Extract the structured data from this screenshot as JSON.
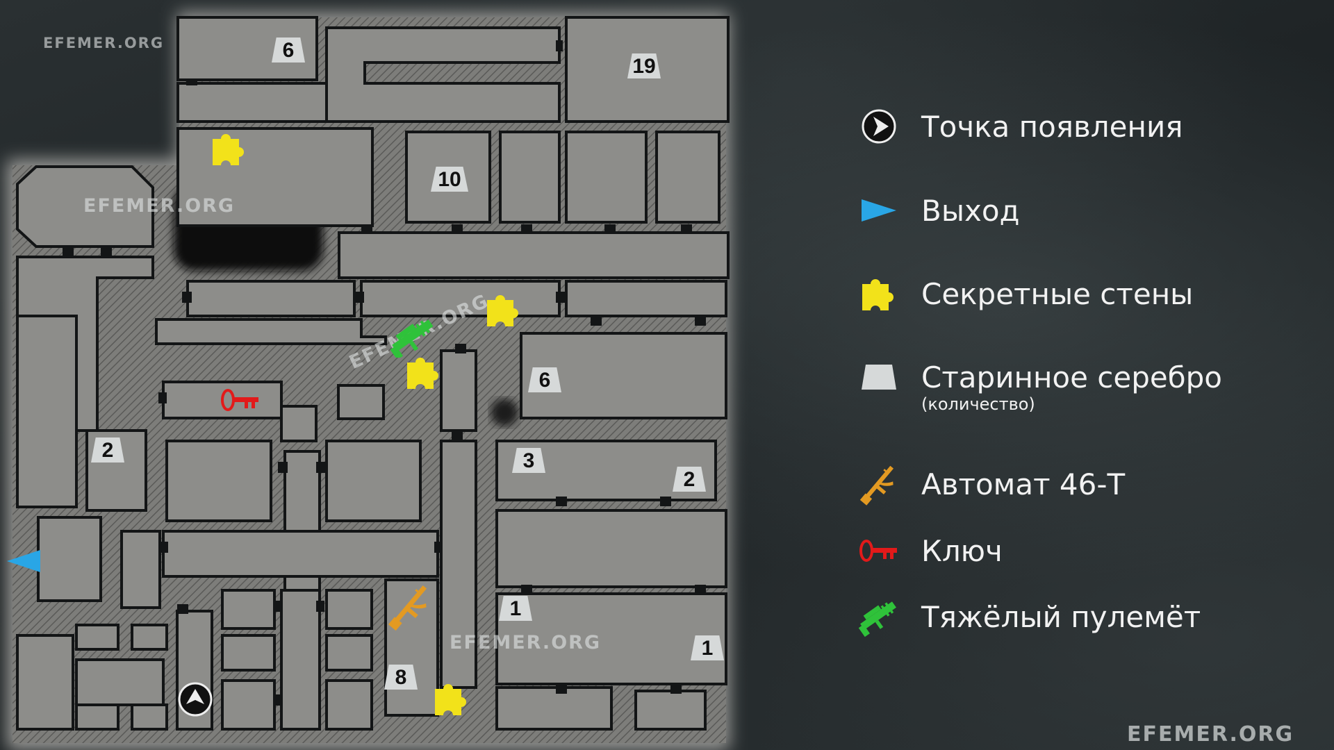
{
  "watermark": "EFEMER.ORG",
  "legend": {
    "spawn": "Точка появления",
    "exit": "Выход",
    "secret_walls": "Секретные стены",
    "silver": "Старинное серебро",
    "silver_note": "(количество)",
    "rifle": "Автомат 46-Т",
    "key": "Ключ",
    "machine_gun": "Тяжёлый пулемёт"
  },
  "silver_counts": [
    "6",
    "19",
    "10",
    "6",
    "2",
    "3",
    "2",
    "1",
    "1",
    "8"
  ],
  "colors": {
    "floor": "#8b8b88",
    "wall": "#141617",
    "secret_wall": "#f2e21a",
    "exit": "#29a6e6",
    "key": "#e21a1a",
    "rifle": "#e39a22",
    "machine_gun": "#2fc23a",
    "silver_plate": "#d6d9d9"
  },
  "icons": {
    "spawn": "spawn-arrow-icon",
    "exit": "exit-triangle-icon",
    "secret_walls": "puzzle-piece-icon",
    "silver": "silver-plate-icon",
    "rifle": "assault-rifle-icon",
    "key": "key-icon",
    "machine_gun": "heavy-machine-gun-icon"
  }
}
